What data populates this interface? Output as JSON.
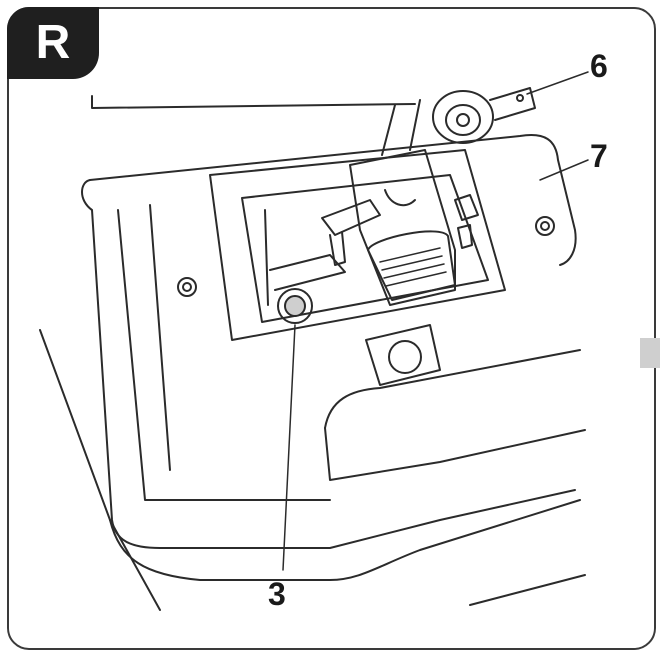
{
  "panel": {
    "badge_letter": "R"
  },
  "callouts": {
    "six": "6",
    "seven": "7",
    "three": "3"
  },
  "colors": {
    "line": "#2b2b2b",
    "badge": "#1f1f1f",
    "shade": "#cfcfcf"
  }
}
